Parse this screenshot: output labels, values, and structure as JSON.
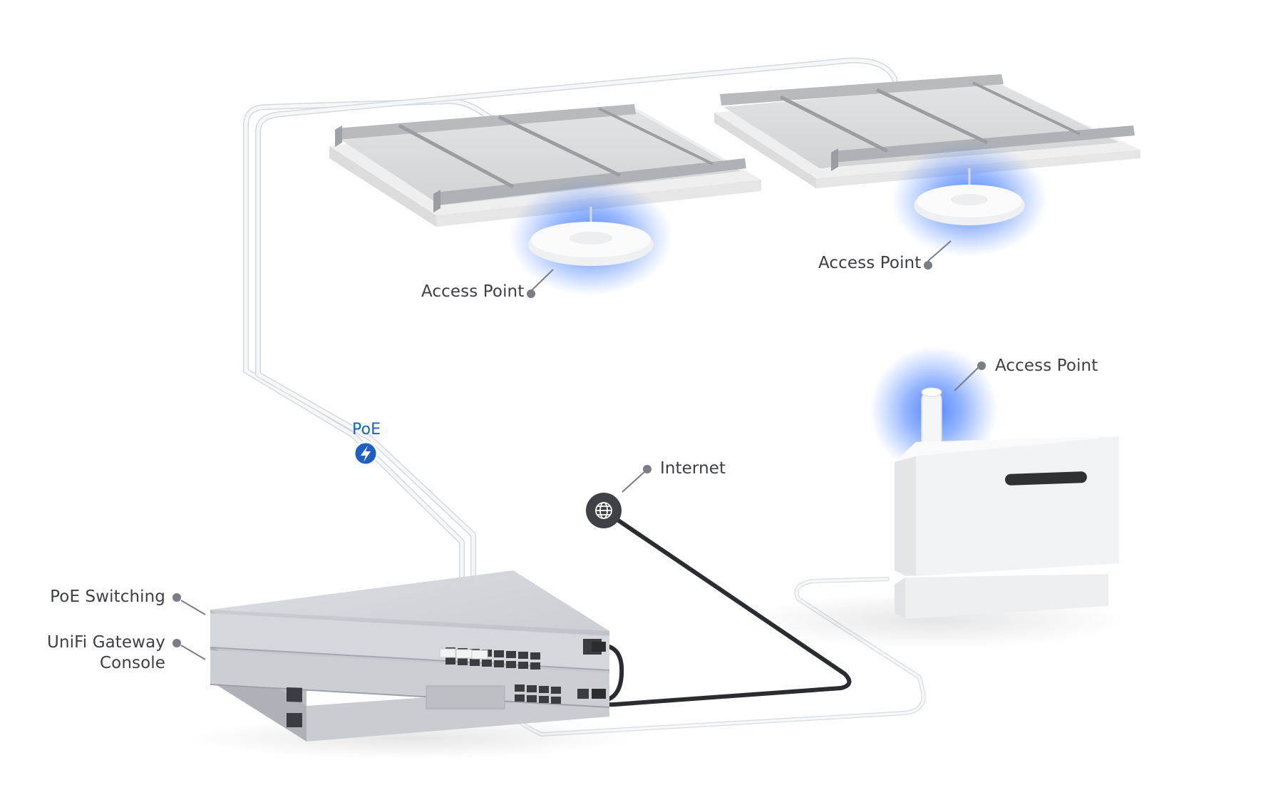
{
  "labels": {
    "access_point_1": "Access Point",
    "access_point_2": "Access Point",
    "access_point_3": "Access Point",
    "internet": "Internet",
    "poe": "PoE",
    "poe_switching": "PoE Switching",
    "gateway_line1": "UniFi Gateway",
    "gateway_line2": "Console"
  },
  "icons": {
    "poe_badge": "lightning-bolt-icon",
    "internet_badge": "globe-icon"
  },
  "colors": {
    "accent_blue": "#1f5fc2",
    "glow_blue": "#2f6bff",
    "label_text": "#3d3f44",
    "leader_line": "#7a7d84",
    "internet_cable": "#2b2c2f",
    "network_cable": "#e9ebee",
    "device_grey": "#c7cbd0"
  }
}
